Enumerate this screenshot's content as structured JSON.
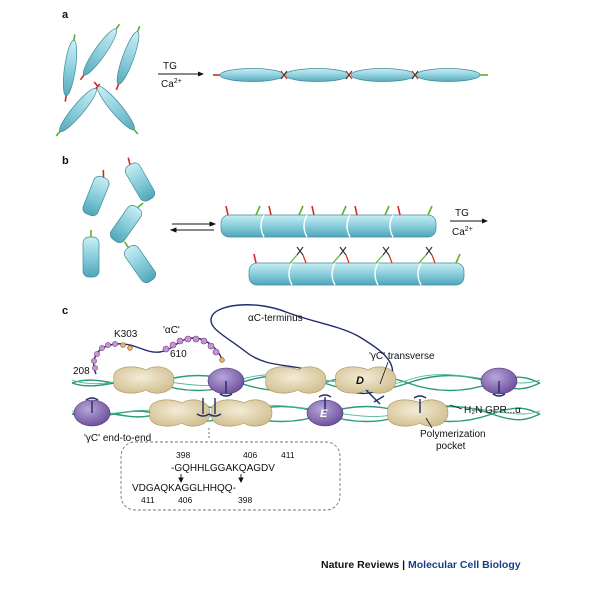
{
  "panels": {
    "a": "a",
    "b": "b",
    "c": "c"
  },
  "panel_a": {
    "reaction_top": "TG",
    "reaction_bottom": "Ca",
    "reaction_sup": "2+"
  },
  "panel_b": {
    "reaction_top": "TG",
    "reaction_bottom": "Ca",
    "reaction_sup": "2+"
  },
  "panel_c": {
    "alphaC_terminus": "αC-terminus",
    "k303": "K303",
    "alphaC": "'αC'",
    "n610": "610",
    "n208": "208",
    "gammaC_transverse": "'γC' transverse",
    "domain_D": "D",
    "domain_E": "E",
    "h2n_gpr": "H₂N GPR...α",
    "gammaC_end_to_end": "'γC' end-to-end",
    "polymerization_pocket_1": "Polymerization",
    "polymerization_pocket_2": "pocket",
    "seq_top_nums": [
      "398",
      "406",
      "411"
    ],
    "seq_top": "-GQHHLGGAKQAGDV",
    "seq_bottom": "VDGAQKAGGLHHQQ-",
    "seq_bottom_nums": [
      "411",
      "406",
      "398"
    ]
  },
  "credit": {
    "journal": "Nature Reviews",
    "separator": "|",
    "section": "Molecular Cell Biology"
  },
  "colors": {
    "rod_fill": "#8fd1de",
    "globule_fill": "#e3d6b3",
    "purple": "#8b6fb3",
    "green_strand": "#2a9a7a",
    "navy_line": "#1f2d6b",
    "red_end": "#d32a1e",
    "green_end": "#5cb030"
  }
}
